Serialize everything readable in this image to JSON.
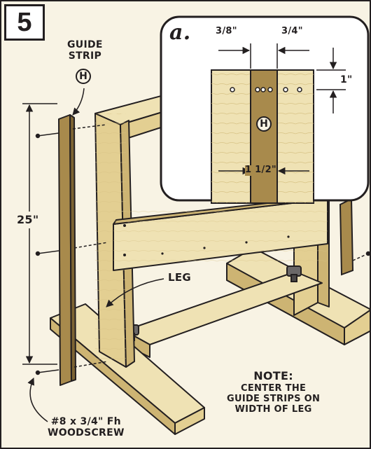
{
  "step_number": "5",
  "inset_label": "a.",
  "part_label": "H",
  "callouts": {
    "guide_strip": [
      "GUIDE",
      "STRIP"
    ],
    "height_dimension": "25\"",
    "leg": "LEG",
    "screw": [
      "#8 x 3/4\" Fh",
      "WOODSCREW"
    ]
  },
  "note": {
    "title": "NOTE:",
    "lines": [
      "CENTER THE",
      "GUIDE STRIPS ON",
      "WIDTH OF LEG"
    ]
  },
  "inset_dimensions": {
    "left_gap": "3/8\"",
    "right_gap": "3/4\"",
    "top_offset": "1\"",
    "strip_width": "1 1/2\""
  },
  "colors": {
    "ink": "#231f20",
    "wood_light": "#efe2b4",
    "wood_mid": "#e3cf92",
    "wood_shadow": "#cdb473",
    "strip": "#a88a4c",
    "background": "#f8f3e4"
  }
}
